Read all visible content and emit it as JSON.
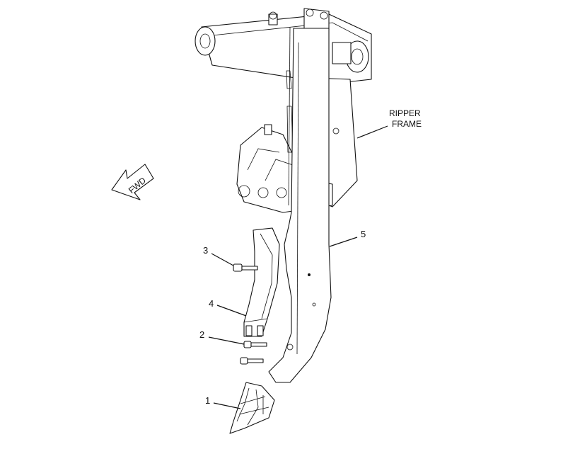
{
  "diagram": {
    "labels": {
      "ripper_frame_line1": "RIPPER",
      "ripper_frame_line2": "FRAME",
      "fwd": "FWD"
    },
    "callouts": [
      {
        "id": "1",
        "text": "1"
      },
      {
        "id": "2",
        "text": "2"
      },
      {
        "id": "3",
        "text": "3"
      },
      {
        "id": "4",
        "text": "4"
      },
      {
        "id": "5",
        "text": "5"
      }
    ]
  }
}
